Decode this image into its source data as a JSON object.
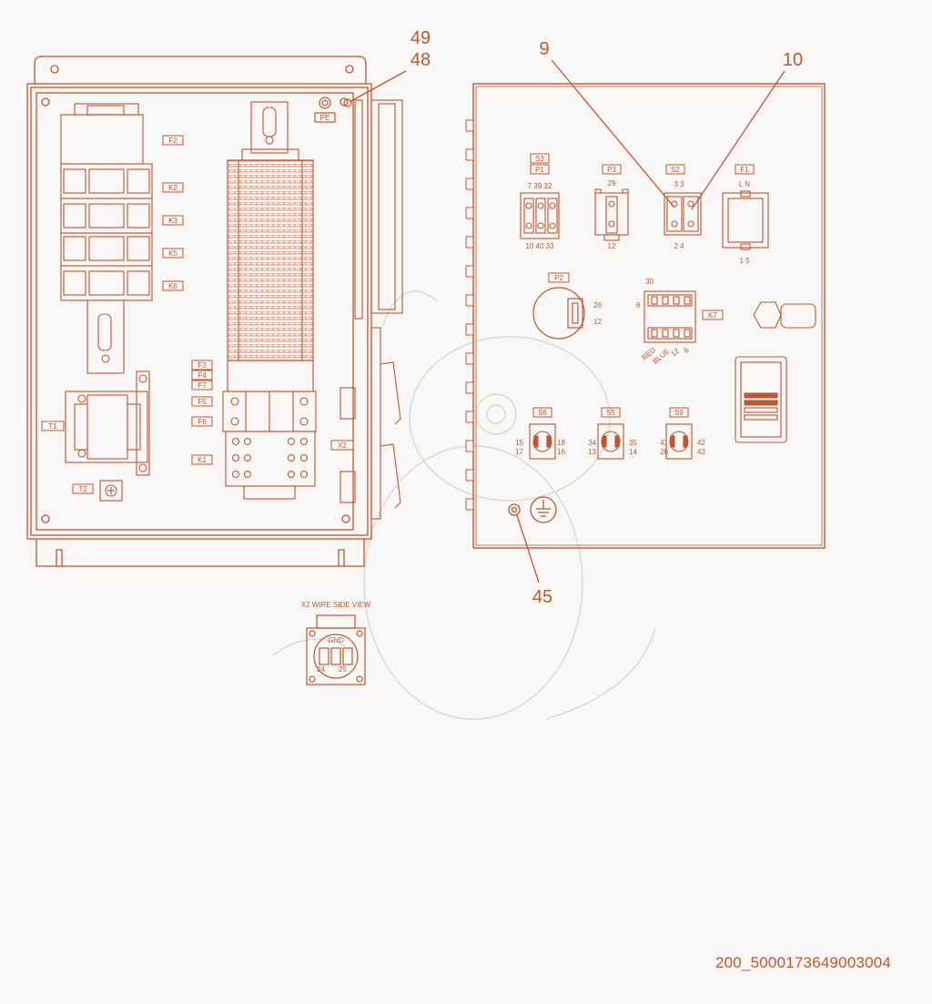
{
  "colors": {
    "line": "#c0562e",
    "background": "#faf8f6",
    "watermark": "#d9d4cf"
  },
  "callouts": {
    "c49": "49",
    "c48": "48",
    "c9": "9",
    "c10": "10",
    "c45": "45"
  },
  "left_panel": {
    "pe": "PE",
    "f2": "F2",
    "k2": "K2",
    "k3": "K3",
    "k5": "K5",
    "k6": "K6",
    "f3": "F3",
    "f4": "F4",
    "f7": "F7",
    "f5": "F5",
    "f6": "F6",
    "k1": "K1",
    "t1": "T1",
    "t2": "T2",
    "x2": "X2"
  },
  "door": {
    "s3": "S3",
    "p1": "P1",
    "p3": "P3",
    "s2": "S2",
    "f1": "F1",
    "p1_top": "7 39 32",
    "p1_bottom": "10 40 33",
    "p3_top": "29",
    "p3_bottom": "12",
    "s2_top": "3 3",
    "s2_bottom": "2 4",
    "f1_top": "L  N",
    "f1_bottom": "1  5",
    "p2": "P2",
    "p2_a": "26",
    "p2_b": "12",
    "k7": "K7",
    "k7_top": "30",
    "k7_left": "6",
    "k7_red": "RED",
    "k7_blue": "BLUE",
    "k7_12": "12",
    "k7_6": "6",
    "s6": "S6",
    "s5": "S5",
    "s9": "S9",
    "s6_l1": "15",
    "s6_l2": "17",
    "s6_r1": "18",
    "s6_r2": "16",
    "s5_l1": "34",
    "s5_l2": "13",
    "s5_r1": "35",
    "s5_r2": "14",
    "s9_l1": "41",
    "s9_l2": "26",
    "s9_r1": "42",
    "s9_r2": "43"
  },
  "x2_view": {
    "title": "X2 WIRE SIDE VIEW",
    "gnd": "GND",
    "pin_a": "24",
    "pin_b": "25"
  },
  "doc_id": "200_5000173649003004"
}
